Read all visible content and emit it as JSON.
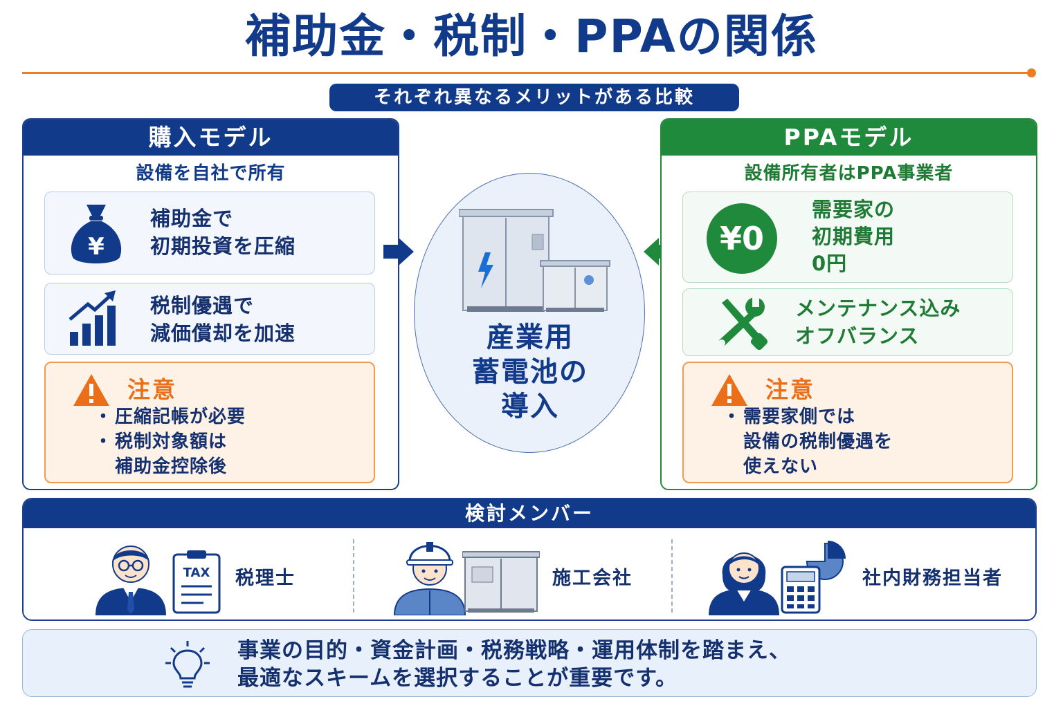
{
  "title": "補助金・税制・PPAの関係",
  "subtitle": "それぞれ異なるメリットがある比較",
  "purchase": {
    "header": "購入モデル",
    "subheader": "設備を自社で所有",
    "card1": "補助金で\n初期投資を圧縮",
    "card2": "税制優遇で\n減価償却を加速",
    "note_title": "注意",
    "notes": [
      "圧縮記帳が必要",
      "税制対象額は\n補助金控除後"
    ],
    "icon1": "money-bag-yen-icon",
    "icon2": "growth-chart-icon"
  },
  "ppa": {
    "header": "PPAモデル",
    "subheader": "設備所有者はPPA事業者",
    "card1": "需要家の\n初期費用\n0円",
    "card1_badge": "¥0",
    "card2": "メンテナンス込み\nオフバランス",
    "note_title": "注意",
    "notes": [
      "需要家側では\n設備の税制優遇を\n使えない"
    ],
    "icon2": "wrench-screwdriver-icon"
  },
  "center": {
    "label": "産業用\n蓄電池の\n導入",
    "icon": "battery-storage-cabinet-icon"
  },
  "members": {
    "header": "検討メンバー",
    "tax": "税理士",
    "tax_doc": "TAX",
    "construction": "施工会社",
    "finance": "社内財務担当者"
  },
  "conclusion": {
    "text": "事業の目的・資金計画・税務戦略・運用体制を踏まえ、\n最適なスキームを選択することが重要です。",
    "icon": "lightbulb-icon"
  },
  "colors": {
    "navy": "#123a8a",
    "green": "#1f8a3b",
    "orange": "#ee7c22"
  }
}
